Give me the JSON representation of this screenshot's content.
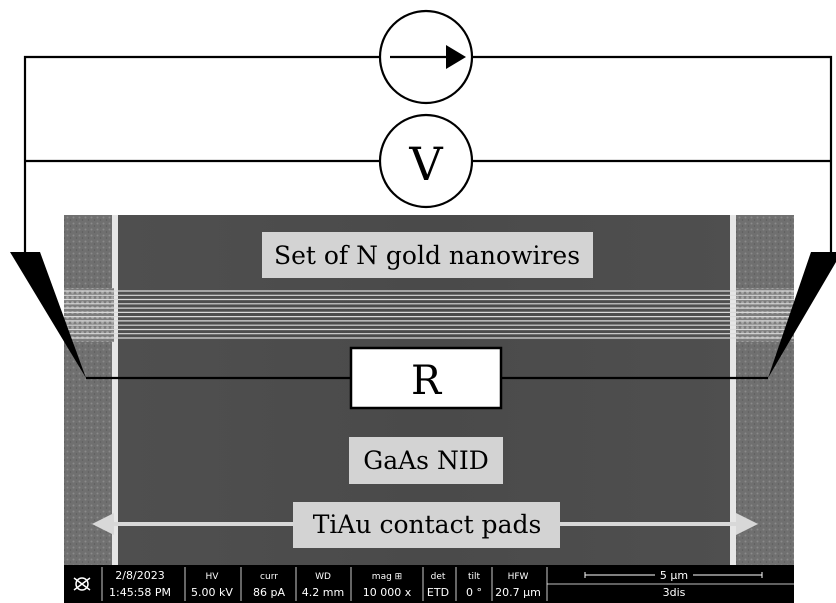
{
  "labels": {
    "ammeter_symbol": "→",
    "voltmeter_symbol": "V",
    "resistor": "R",
    "nanowires": "Set of N gold nanowires",
    "substrate": "GaAs NID",
    "contact_pads": "TiAu contact pads"
  },
  "databar": {
    "logo": "fei-logo-icon",
    "date": "2/8/2023",
    "time": "1:45:58 PM",
    "fields": [
      {
        "header": "HV",
        "value": "5.00 kV"
      },
      {
        "header": "curr",
        "value": "86 pA"
      },
      {
        "header": "WD",
        "value": "4.2 mm"
      },
      {
        "header": "mag ⊞",
        "value": "10 000 x"
      },
      {
        "header": "det",
        "value": "ETD"
      },
      {
        "header": "tilt",
        "value": "0 °"
      },
      {
        "header": "HFW",
        "value": "20.7 µm"
      }
    ],
    "scale_label": "5 µm",
    "image_name": "3dis"
  },
  "nanowire_count_visible": 12,
  "colors": {
    "sem_background": "#4b4b4b",
    "pad_background": "#6e6e6e",
    "label_box": "#d3d3d3",
    "wire": "#000000",
    "arrow": "#d8d8d8"
  }
}
